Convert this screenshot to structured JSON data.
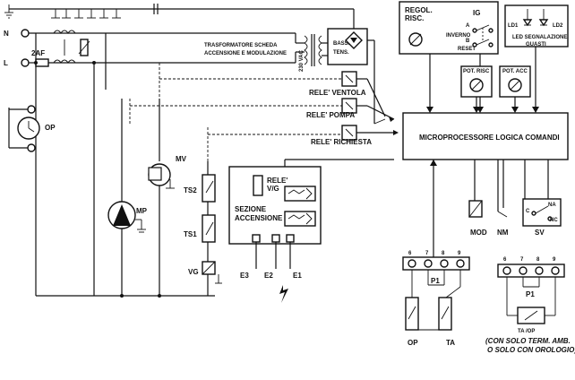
{
  "rails": {
    "neutral": "N",
    "line": "L",
    "fuse": "2AF"
  },
  "transformer": {
    "label_line1": "TRASFORMATORE SCHEDA",
    "label_line2": "ACCENSIONE E MODULAZIONE",
    "voltage": "230 VAC",
    "low_voltage_line1": "BASSA",
    "low_voltage_line2": "TENS."
  },
  "regulator": {
    "line1": "REGOL.",
    "line2": "RISC."
  },
  "ig": {
    "title": "IG",
    "a": "A",
    "inverno": "INVERNO",
    "b": "B",
    "reset": "RESET"
  },
  "leds": {
    "ld1": "LD1",
    "ld2": "LD2",
    "label_line1": "LED SEGNALAZIONE",
    "label_line2": "GUASTI"
  },
  "pots": {
    "risc": "POT. RISC",
    "acc": "POT. ACC"
  },
  "relays": {
    "ventola": "RELE' VENTOLA",
    "pompa": "RELE' POMPA",
    "richiesta": "RELE' RICHIESTA",
    "vg_line1": "RELE'",
    "vg_line2": "V/G"
  },
  "microprocessor": "MICROPROCESSORE LOGICA COMANDI",
  "components": {
    "op": "OP",
    "mv": "MV",
    "mp": "MP",
    "ts2": "TS2",
    "ts1": "TS1",
    "vg": "VG",
    "mod": "MOD",
    "nm": "NM",
    "sv": "SV",
    "e3": "E3",
    "e2": "E2",
    "e1": "E1"
  },
  "ignition": {
    "line1": "SEZIONE",
    "line2": "ACCENSIONE"
  },
  "sv_contacts": {
    "na": "NA",
    "c": "C",
    "nc": "NC"
  },
  "terminals": {
    "t6": "6",
    "t7": "7",
    "t8": "8",
    "t9": "9",
    "p1": "P1",
    "op_label": "OP",
    "ta_label": "TA",
    "taop": "TA /OP"
  },
  "note": {
    "line1": "(CON SOLO TERM. AMB.",
    "line2": "O SOLO CON OROLOGIO)"
  }
}
